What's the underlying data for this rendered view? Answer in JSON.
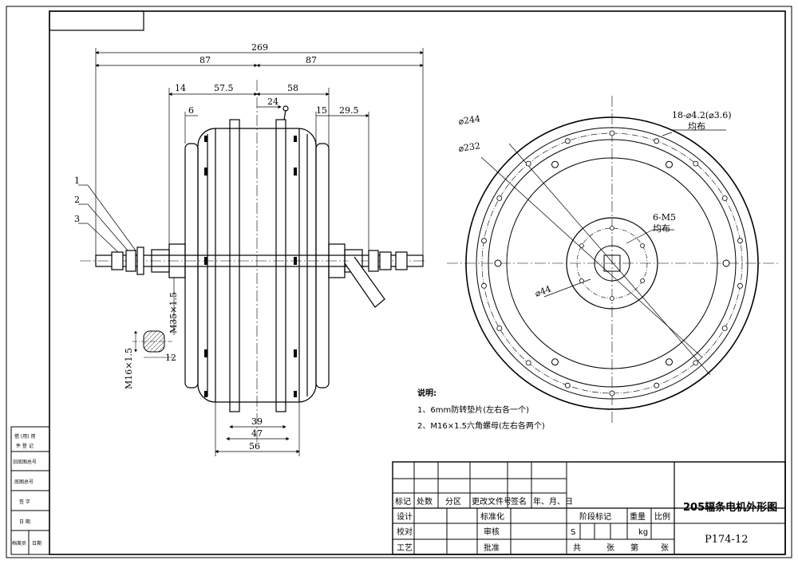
{
  "drawing": {
    "title": "205辐条电机外形图",
    "code": "P174-12"
  },
  "dimensions": {
    "overall": "269",
    "left_half": "87",
    "right_half": "87",
    "d14": "14",
    "d57_5": "57.5",
    "d24": "24",
    "d58": "58",
    "d6": "6",
    "d15": "15",
    "d29_5": "29.5",
    "d39": "39",
    "d47": "47",
    "d56": "56",
    "d12": "12",
    "thread_big": "M35×1.5",
    "thread_small": "M16×1.5"
  },
  "callouts": [
    "1",
    "2",
    "3"
  ],
  "circle_labels": {
    "dia244": "⌀244",
    "dia232": "⌀232",
    "dia44": "⌀44",
    "holes_outer": "18-⌀4.2(⌀3.6)",
    "holes_outer_note": "均布",
    "holes_inner": "6-M5",
    "holes_inner_note": "均布"
  },
  "notes": {
    "heading": "说明:",
    "items": [
      "1、6mm防转垫片(左右各一个)",
      "2、M16×1.5六角螺母(左右各两个)"
    ]
  },
  "left_strip": [
    "借 (用) 用",
    "件 登 记",
    "旧底图总号",
    "底图总号",
    "签 字",
    "日 期",
    "档案员",
    "日期"
  ],
  "title_block": {
    "header_row": [
      "标记",
      "处数",
      "分区",
      "更改文件号",
      "签名",
      "年、月、日"
    ],
    "row_labels_left": [
      "设计",
      "校对",
      "工艺"
    ],
    "row_labels_mid": [
      "标准化",
      "审核",
      "批准"
    ],
    "stage_mark": "阶段标记",
    "weight": "重量",
    "scale": "比例",
    "stage_value": "S",
    "weight_unit": "kg",
    "sheet_total": "共",
    "sheet_unit1": "张",
    "sheet_no": "第",
    "sheet_unit2": "张"
  }
}
